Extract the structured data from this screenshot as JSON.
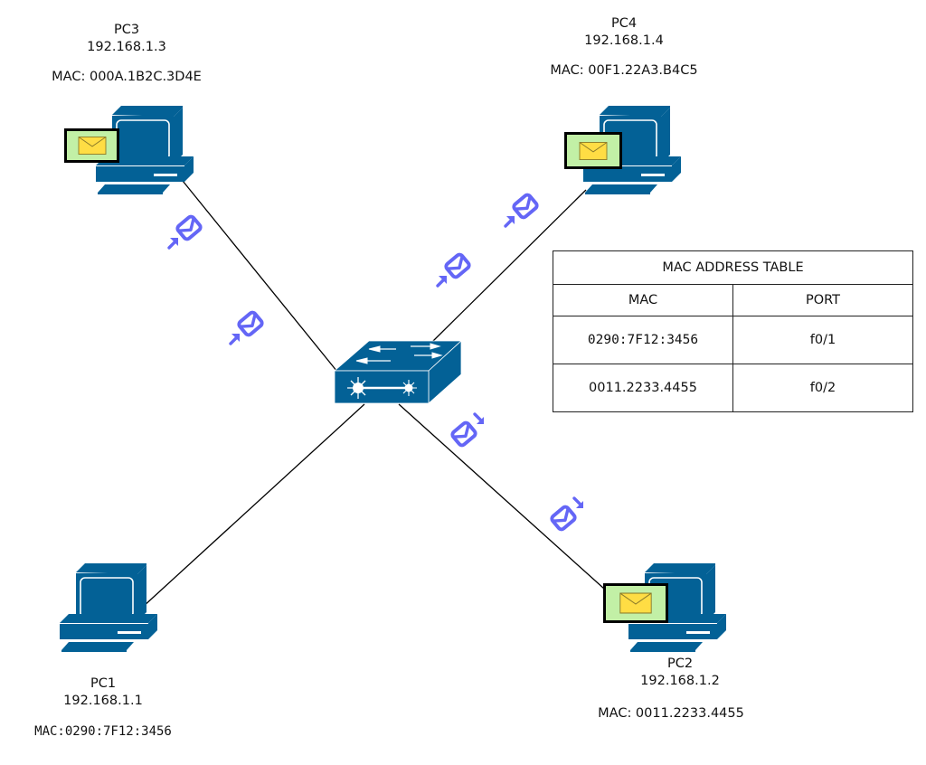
{
  "diagram": {
    "colors": {
      "device": "#036196",
      "packet": "#6466f6",
      "envelope_box": "#c2f0a6",
      "envelope": "#ffdd44",
      "link": "#000000"
    },
    "switch": {
      "name": "switch",
      "icon": "switch-icon"
    },
    "hosts": [
      {
        "id": "pc1",
        "name": "PC1",
        "ip": "192.168.1.1",
        "mac_label": "MAC:0290:7F12:3456",
        "has_frame": false
      },
      {
        "id": "pc2",
        "name": "PC2",
        "ip": "192.168.1.2",
        "mac_label": "MAC: 0011.2233.4455",
        "has_frame": true
      },
      {
        "id": "pc3",
        "name": "PC3",
        "ip": "192.168.1.3",
        "mac_label": "MAC: 000A.1B2C.3D4E",
        "has_frame": true
      },
      {
        "id": "pc4",
        "name": "PC4",
        "ip": "192.168.1.4",
        "mac_label": "MAC: 00F1.22A3.B4C5",
        "has_frame": true
      }
    ],
    "links": [
      {
        "from": "pc3",
        "to": "switch"
      },
      {
        "from": "pc4",
        "to": "switch"
      },
      {
        "from": "pc1",
        "to": "switch"
      },
      {
        "from": "switch",
        "to": "pc2"
      }
    ],
    "packets": [
      {
        "link": "pc3-switch",
        "direction": "toward-pc3",
        "icon": "packet-outgoing-icon"
      },
      {
        "link": "pc3-switch",
        "direction": "toward-pc3",
        "icon": "packet-outgoing-icon"
      },
      {
        "link": "pc4-switch",
        "direction": "toward-pc4",
        "icon": "packet-outgoing-icon"
      },
      {
        "link": "pc4-switch",
        "direction": "toward-pc4",
        "icon": "packet-outgoing-icon"
      },
      {
        "link": "switch-pc2",
        "direction": "toward-pc2",
        "icon": "packet-incoming-icon"
      },
      {
        "link": "switch-pc2",
        "direction": "toward-pc2",
        "icon": "packet-incoming-icon"
      }
    ]
  },
  "mac_table": {
    "title": "MAC ADDRESS TABLE",
    "columns": [
      "MAC",
      "PORT"
    ],
    "rows": [
      {
        "mac": "0290:7F12:3456",
        "port": "f0/1"
      },
      {
        "mac": "0011.2233.4455",
        "port": "f0/2"
      }
    ]
  }
}
